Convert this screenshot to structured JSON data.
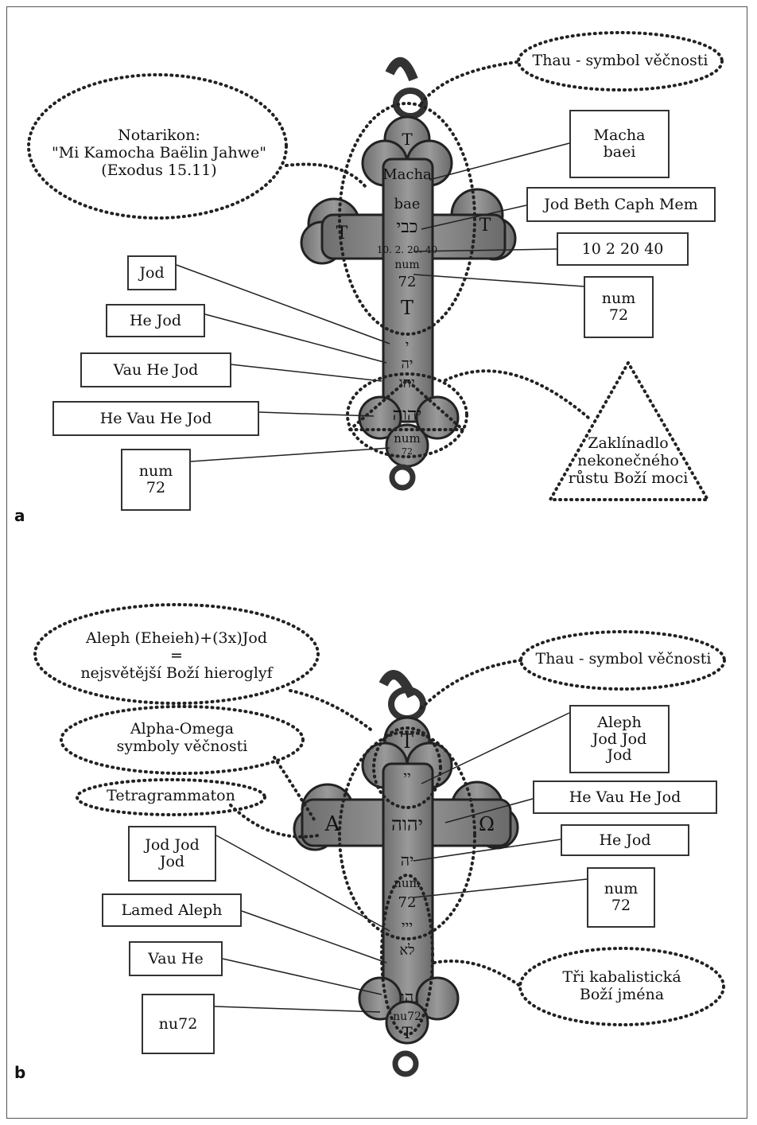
{
  "panel_a": {
    "letter": "a",
    "ellipses": {
      "thau": "Thau - symbol věčnosti",
      "notarikon": "Notarikon:\n\"Mi Kamocha Baëlin Jahwe\"\n(Exodus 15.11)",
      "zaklinadlo": "Zaklínadlo\nnekonečného\nrůstu Boží moci"
    },
    "boxes": {
      "macha": "Macha\nbaei",
      "jod_beth": "Jod Beth Caph Mem",
      "numbers": "10  2  20  40",
      "num72_right": "num\n72",
      "jod": "Jod",
      "he_jod": "He Jod",
      "vau_he_jod": "Vau He Jod",
      "he_vau_he_jod": "He Vau He Jod",
      "num72_left": "num\n72"
    }
  },
  "panel_b": {
    "letter": "b",
    "ellipses": {
      "aleph": "Aleph (Eheieh)+(3x)Jod\n=\nnejsvětější Boží hieroglyf",
      "thau": "Thau - symbol věčnosti",
      "alpha_omega": "Alpha-Omega\nsymboly věčnosti",
      "tetragrammaton": "Tetragrammaton",
      "tri": "Tři kabalistická\nBoží jména"
    },
    "boxes": {
      "aleph_jod": "Aleph\nJod Jod\nJod",
      "he_vau_he_jod": "He Vau He Jod",
      "he_jod": "He Jod",
      "num72_right": "num\n72",
      "jod_jod_jod": "Jod Jod\nJod",
      "lamed_aleph": "Lamed Aleph",
      "vau_he": "Vau He",
      "nu72": "nu72"
    }
  }
}
